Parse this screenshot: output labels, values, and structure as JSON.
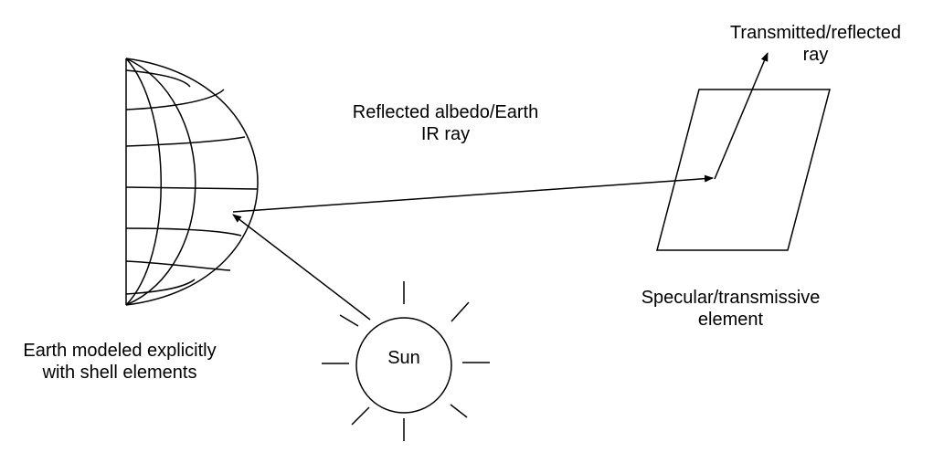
{
  "labels": {
    "transmitted_line1": "Transmitted/reflected",
    "transmitted_line2": "ray",
    "albedo_line1": "Reflected albedo/Earth",
    "albedo_line2": "IR ray",
    "specular_line1": "Specular/transmissive",
    "specular_line2": "element",
    "earth_line1": "Earth modeled explicitly",
    "earth_line2": "with shell elements",
    "sun": "Sun"
  },
  "colors": {
    "stroke": "#000000",
    "background": "#ffffff"
  }
}
